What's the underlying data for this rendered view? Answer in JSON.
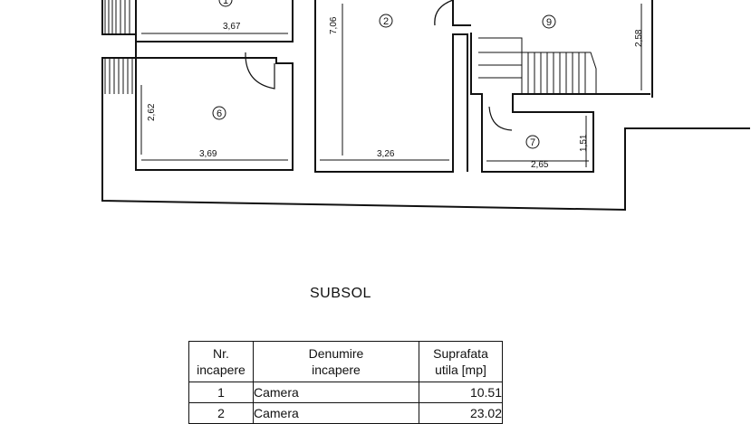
{
  "plan": {
    "rooms": [
      {
        "num": "1",
        "dim_h": "3,67"
      },
      {
        "num": "2",
        "dim_v": "7,06",
        "dim_h": "3,26"
      },
      {
        "num": "9",
        "dim_v": "2,58"
      },
      {
        "num": "6",
        "dim_v": "2,62",
        "dim_h": "3,69"
      },
      {
        "num": "7",
        "dim_v": "1,51",
        "dim_h": "2,65"
      }
    ]
  },
  "title": "SUBSOL",
  "table": {
    "headers": [
      "Nr.\nincapere",
      "Denumire\nincapere",
      "Suprafata\nutila [mp]"
    ],
    "rows": [
      {
        "nr": "1",
        "name": "Camera",
        "area": "10.51"
      },
      {
        "nr": "2",
        "name": "Camera",
        "area": "23.02"
      }
    ]
  }
}
